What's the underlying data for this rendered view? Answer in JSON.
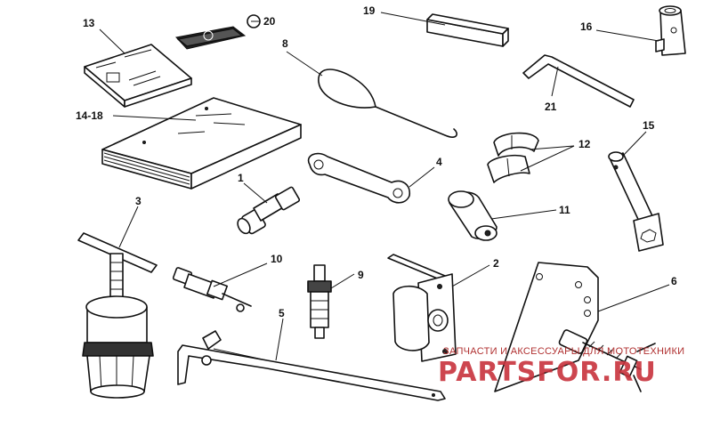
{
  "callouts": {
    "c1": "1",
    "c2": "2",
    "c3": "3",
    "c4": "4",
    "c5": "5",
    "c6": "6",
    "c8": "8",
    "c9": "9",
    "c10": "10",
    "c11": "11",
    "c12": "12",
    "c13": "13",
    "c14_18": "14-18",
    "c15": "15",
    "c16": "16",
    "c19": "19",
    "c20": "20",
    "c21": "21"
  },
  "watermark": {
    "tagline": "ЗАПЧАСТИ И АКСЕССУАРЫ ДЛЯ МОТОТЕХНИКИ",
    "logo": "PARTSFOR.RU"
  },
  "colors": {
    "ink": "#111111",
    "watermark": "#c8323c"
  }
}
